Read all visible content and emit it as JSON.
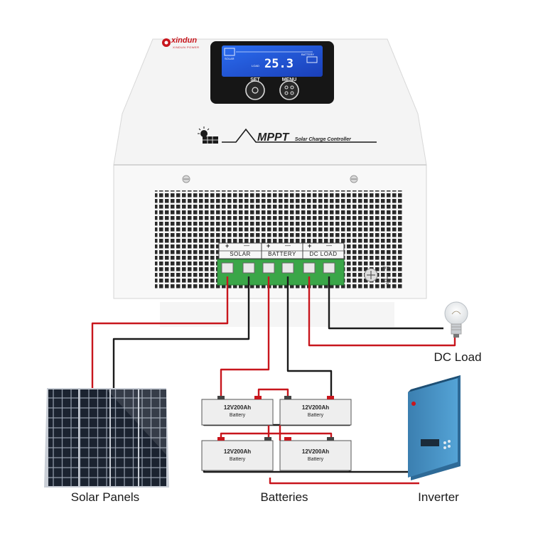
{
  "controller": {
    "brand": "xindun",
    "brand_sub": "XINDUN POWER",
    "title": "MPPT",
    "subtitle": "Solar Charge Controller",
    "lcd_reading": "25.3",
    "lcd_solar": "SOLAR",
    "lcd_battery": "BATTERY",
    "lcd_load": "LOAD",
    "set_label": "SET",
    "menu_label": "MENU",
    "terminals": {
      "solar": "SOLAR",
      "battery": "BATTERY",
      "dc_load": "DC LOAD",
      "plus": "+",
      "minus": "—"
    },
    "pe_label": "PE"
  },
  "batteries": [
    {
      "spec": "12V200Ah",
      "name": "Battery"
    },
    {
      "spec": "12V200Ah",
      "name": "Battery"
    },
    {
      "spec": "12V200Ah",
      "name": "Battery"
    },
    {
      "spec": "12V200Ah",
      "name": "Battery"
    }
  ],
  "captions": {
    "dc_load": "DC Load",
    "solar_panels": "Solar Panels",
    "batteries": "Batteries",
    "inverter": "Inverter"
  },
  "colors": {
    "positive_wire": "#c8161d",
    "negative_wire": "#1a1a1a",
    "terminal_green": "#3aa648",
    "inverter_blue": "#3e86b8",
    "lcd_blue": "#1f5fe0"
  }
}
